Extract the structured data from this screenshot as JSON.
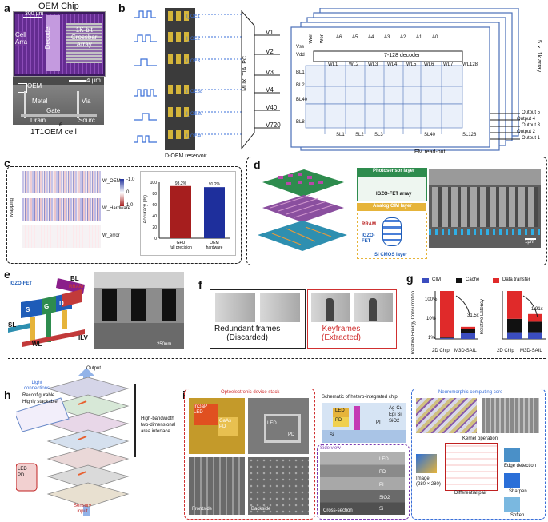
{
  "panels": {
    "a": {
      "label": "a",
      "chip_title": "OEM Chip",
      "scale_top": "300 μm",
      "cell_label": "Cell\nArra",
      "decoder_label": "Decoder",
      "crossbar_label": "1K-bit\nCrossbar\nArray",
      "oem": "OEM",
      "scale_bottom": "4 μm",
      "metal": "Metal",
      "via": "Via",
      "gate": "Gate",
      "drain": "Drain",
      "source": "Sourc",
      "caption": "1T1OEM cell",
      "caption_e": "e"
    },
    "b": {
      "label": "b",
      "inputs": [
        "I_OE1",
        "I_OE2",
        "I_OE3",
        "I_OE38",
        "I_OE39",
        "I_OE40"
      ],
      "voltages": [
        "V1",
        "V2",
        "V3",
        "V4",
        "V40",
        "V720"
      ],
      "mux": "MUX, TIA, PC",
      "reservoir": "D-OEM reservoir",
      "readout": "EM read-out",
      "array_size": "5 × 1k array",
      "decoder": "7-128 decoder",
      "vss": "Vss",
      "vdd": "Vdd",
      "wref": "Wref",
      "wen": "Wen",
      "addr": [
        "A6",
        "A5",
        "A4",
        "A3",
        "A2",
        "A1",
        "A0"
      ],
      "wl": [
        "WL1",
        "WL2",
        "WL3",
        "WL4",
        "WL5",
        "WL6",
        "WL7",
        "WL128"
      ],
      "bl": [
        "BL1",
        "BL2",
        "BL40",
        "BL8"
      ],
      "sl": [
        "SL1",
        "SL2",
        "SL3",
        "SL40",
        "SL128"
      ],
      "outputs": [
        "Output 5",
        "Output 4",
        "Output 3",
        "Output 2",
        "Output 1"
      ]
    },
    "c": {
      "label": "c",
      "map_labels": [
        "W_OEM",
        "W_Hardware",
        "W_error"
      ],
      "mapping": "Mapping",
      "colorbar": [
        "-1.0",
        "0",
        "1.0"
      ],
      "y_axis": "Accuracy (%)",
      "y_ticks": [
        "0",
        "20",
        "40",
        "60",
        "80",
        "100"
      ]
    },
    "d": {
      "label": "d",
      "photosensor": "Photosensor layer",
      "igzo_array": "IGZO-FET array",
      "analog": "Analog CIM layer",
      "rram": "RRAM",
      "igzo_fet": "IGZO-\nFET",
      "cmos": "Si CMOS layer",
      "scale": "1μm"
    },
    "e": {
      "label": "e",
      "bl": "BL",
      "igzo": "IGZO-FET",
      "rram": "RRAM",
      "s": "S",
      "g": "G",
      "d": "D",
      "sl": "SL",
      "ilv": "ILV",
      "wl": "WL",
      "scale": "250nm"
    },
    "f": {
      "label": "f",
      "redundant": "Redundant frames\n(Discarded)",
      "keyframes": "Keyframes\n(Extracted)"
    },
    "g": {
      "label": "g",
      "legend": [
        "CIM",
        "Cache",
        "Data transfer"
      ],
      "left_y": "Relative Energy Consumption",
      "right_y": "Relative Latency",
      "y_ticks": [
        "1%",
        "10%",
        "100%"
      ],
      "categories": [
        "2D Chip",
        "M3D-SAIL"
      ],
      "left_factor": "31.5x",
      "right_factor": "1.91x"
    },
    "h": {
      "label": "h",
      "output": "Output",
      "light": "Light\nconnections",
      "bullets": [
        "Reconfigurable",
        "Highly stackable"
      ],
      "interface": "High-bandwidth\ntwo-dimensional\narea interface",
      "sensory": "Sensory\ninput",
      "led": "LED",
      "pd": "PD"
    },
    "i": {
      "label": "i",
      "opto_title": "Optoelectronic device stack",
      "ingap": "InGaP\nLED",
      "gaas": "GaAs\nPD",
      "led": "LED",
      "pd": "PD",
      "frontside": "Frontside",
      "backside": "Backside",
      "schematic_title": "Schematic of hetero-integrated chip",
      "sch_led": "LED",
      "sch_pd": "PD",
      "sch_pi": "PI",
      "sch_si": "Si",
      "sch_layers": [
        "Ag-Cu",
        "Epi Si",
        "SiO2"
      ],
      "side_view": "Side view",
      "cross_section": "Cross-section",
      "sv_layers": [
        "LED",
        "PD",
        "PI",
        "SiO2",
        "Si"
      ],
      "neuro_title": "Neuromorphic computing core",
      "kernel": "Kernel operation",
      "image": "Image\n(280 × 280)",
      "diff_pair": "Differential pair",
      "ops": [
        "Edge detection",
        "Sharpen",
        "Soften"
      ]
    }
  },
  "chart_data": [
    {
      "type": "bar",
      "categories": [
        "GPU\nfull precision",
        "OEM\nhardware"
      ],
      "values": [
        93.2,
        91.2
      ],
      "data_labels": [
        "93.2%",
        "91.2%"
      ],
      "ylabel": "Accuracy (%)",
      "ylim": [
        0,
        100
      ],
      "colors": [
        "#a61e1e",
        "#1e2f9c"
      ]
    },
    {
      "type": "bar",
      "title": "",
      "categories": [
        "2D Chip",
        "M3D-SAIL"
      ],
      "ylabel": "Relative Energy Consumption",
      "scale": "log",
      "series": [
        {
          "name": "CIM",
          "values": [
            1.5,
            1.5
          ]
        },
        {
          "name": "Cache",
          "values": [
            1.5,
            1.2
          ]
        },
        {
          "name": "Data transfer",
          "values": [
            97,
            0.5
          ]
        }
      ],
      "annotation": "31.5x"
    },
    {
      "type": "bar",
      "categories": [
        "2D Chip",
        "M3D-SAIL"
      ],
      "ylabel": "Relative Latency",
      "series": [
        {
          "name": "CIM",
          "values": [
            14,
            14
          ]
        },
        {
          "name": "Cache",
          "values": [
            28,
            22
          ]
        },
        {
          "name": "Data transfer",
          "values": [
            58,
            16
          ]
        }
      ],
      "annotation": "1.91x"
    }
  ]
}
